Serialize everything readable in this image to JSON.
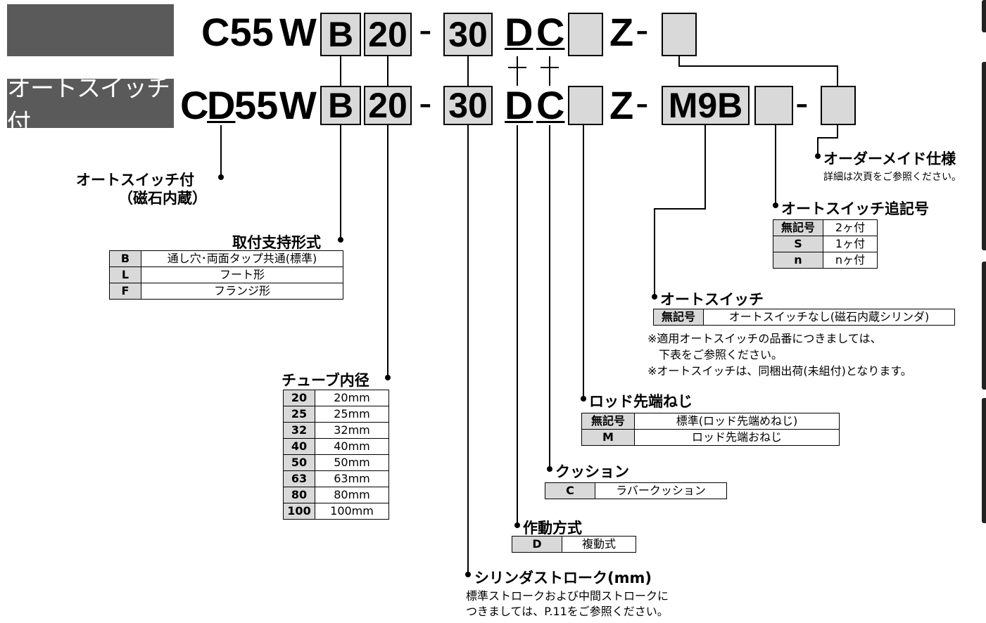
{
  "header": {
    "std_label": "",
    "switch_label": "オートスイッチ付"
  },
  "top_code": {
    "prefix": "C55",
    "w": "W",
    "mount": "B",
    "bore": "20",
    "dash": "-",
    "stroke": "30",
    "action": "D",
    "cushion": "C",
    "z": "Z",
    "dash2": "-"
  },
  "bottom_code": {
    "c": "C",
    "d": "D",
    "prefix": "55",
    "w": "W",
    "mount": "B",
    "bore": "20",
    "dash": "-",
    "stroke": "30",
    "action": "D",
    "cushion": "C",
    "z": "Z",
    "dash2": "-",
    "switch": "M9B",
    "dash3": "-"
  },
  "autoswitch_magnet": {
    "label": "オートスイッチ付",
    "sub": "（磁石内蔵）"
  },
  "mounting": {
    "title": "取付支持形式",
    "rows": [
      {
        "k": "B",
        "v": "通し穴･両面タップ共通(標準)"
      },
      {
        "k": "L",
        "v": "フート形"
      },
      {
        "k": "F",
        "v": "フランジ形"
      }
    ]
  },
  "bore": {
    "title": "チューブ内径",
    "rows": [
      {
        "k": "20",
        "v": "20mm"
      },
      {
        "k": "25",
        "v": "25mm"
      },
      {
        "k": "32",
        "v": "32mm"
      },
      {
        "k": "40",
        "v": "40mm"
      },
      {
        "k": "50",
        "v": "50mm"
      },
      {
        "k": "63",
        "v": "63mm"
      },
      {
        "k": "80",
        "v": "80mm"
      },
      {
        "k": "100",
        "v": "100mm"
      }
    ]
  },
  "stroke": {
    "title": "シリンダストローク(mm)",
    "note1": "標準ストロークおよび中間ストロークに",
    "note2": "つきましては、P.11をご参照ください。"
  },
  "action": {
    "title": "作動方式",
    "rows": [
      {
        "k": "D",
        "v": "複動式"
      }
    ]
  },
  "cushion": {
    "title": "クッション",
    "rows": [
      {
        "k": "C",
        "v": "ラバークッション"
      }
    ]
  },
  "rod_end": {
    "title": "ロッド先端ねじ",
    "rows": [
      {
        "k": "無記号",
        "v": "標準(ロッド先端めねじ)"
      },
      {
        "k": "M",
        "v": "ロッド先端おねじ"
      }
    ]
  },
  "auto_switch": {
    "title": "オートスイッチ",
    "rows": [
      {
        "k": "無記号",
        "v": "オートスイッチなし(磁石内蔵シリンダ)"
      }
    ],
    "note1": "※適用オートスイッチの品番につきましては、",
    "note2": "下表をご参照ください。",
    "note3": "※オートスイッチは、同梱出荷(未組付)となります。"
  },
  "switch_qty": {
    "title": "オートスイッチ追記号",
    "rows": [
      {
        "k": "無記号",
        "v": "2ヶ付"
      },
      {
        "k": "S",
        "v": "1ヶ付"
      },
      {
        "k": "n",
        "v": "nヶ付"
      }
    ]
  },
  "made_to_order": {
    "title": "オーダーメイド仕様",
    "note": "詳細は次頁をご参照ください。"
  }
}
